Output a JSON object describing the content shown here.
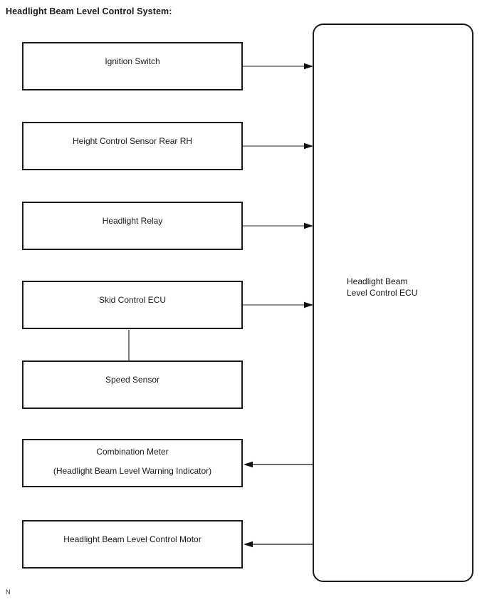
{
  "title": "Headlight Beam Level Control System:",
  "page_marker": "N",
  "diagram": {
    "type": "block-diagram",
    "ecu": {
      "label_line1": "Headlight Beam",
      "label_line2": "Level Control ECU"
    },
    "nodes": [
      {
        "label": "Ignition Switch",
        "connection": "input-to-ecu"
      },
      {
        "label": "Height Control Sensor Rear RH",
        "connection": "input-to-ecu"
      },
      {
        "label": "Headlight Relay",
        "connection": "input-to-ecu"
      },
      {
        "label": "Skid Control ECU",
        "connection": "input-to-ecu"
      },
      {
        "label": "Speed Sensor",
        "connection": "linked-to-skid-control-ecu"
      },
      {
        "label": "Combination Meter",
        "sublabel": "(Headlight Beam Level Warning Indicator)",
        "connection": "output-from-ecu"
      },
      {
        "label": "Headlight Beam Level Control Motor",
        "connection": "output-from-ecu"
      }
    ],
    "colors": {
      "background": "#ffffff",
      "box_border": "#1a1a1a",
      "connector_line": "#6f6f6f",
      "vertical_link_line": "#808080",
      "arrowhead": "#111111"
    }
  }
}
